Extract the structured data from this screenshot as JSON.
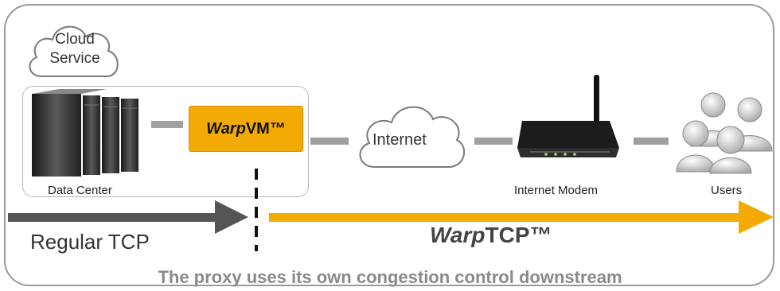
{
  "labels": {
    "cloud_line1": "Cloud",
    "cloud_line2": "Service",
    "data_center": "Data Center",
    "warpvm_italic": "Warp",
    "warpvm_rest": "VM™",
    "internet": "Internet",
    "modem": "Internet Modem",
    "users": "Users",
    "regular_tcp": "Regular TCP",
    "warptcp_italic": "Warp",
    "warptcp_rest": "TCP™",
    "caption": "The proxy uses its own congestion control downstream"
  },
  "colors": {
    "accent": "#f3aa05",
    "connector": "#a0a0a0",
    "tcp_arrow": "#555555"
  },
  "icons": [
    "server-rack-icon",
    "cloud-icon",
    "router-icon",
    "users-icon"
  ]
}
